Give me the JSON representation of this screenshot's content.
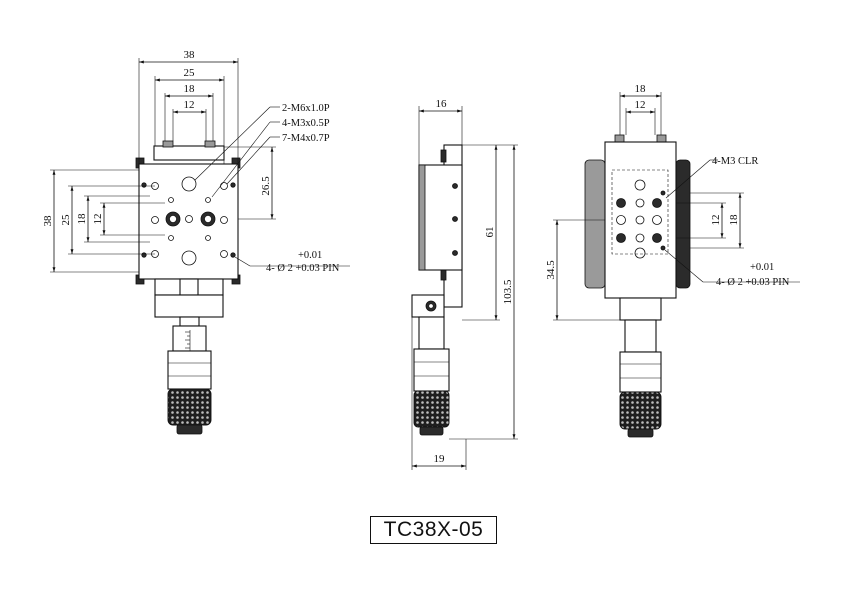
{
  "title": "TC38X-05",
  "front_view": {
    "dim_top": [
      "38",
      "25",
      "18",
      "12"
    ],
    "dim_left": [
      "38",
      "25",
      "18",
      "12"
    ],
    "dim_right": "26.5",
    "callouts": [
      "2-M6x1.0P",
      "4-M3x0.5P",
      "7-M4x0.7P"
    ],
    "pin_tol": "+0.01",
    "pin_label": "4- Ø 2 +0.03 PIN"
  },
  "side_view": {
    "dim_top": "16",
    "dim_61": "61",
    "dim_103": "103.5",
    "dim_bottom": "19"
  },
  "rear_view": {
    "dim_top": [
      "18",
      "12"
    ],
    "dim_right": [
      "12",
      "18"
    ],
    "dim_left": "34.5",
    "clr_label": "4-M3 CLR",
    "pin_tol": "+0.01",
    "pin_label": "4- Ø 2 +0.03 PIN"
  }
}
